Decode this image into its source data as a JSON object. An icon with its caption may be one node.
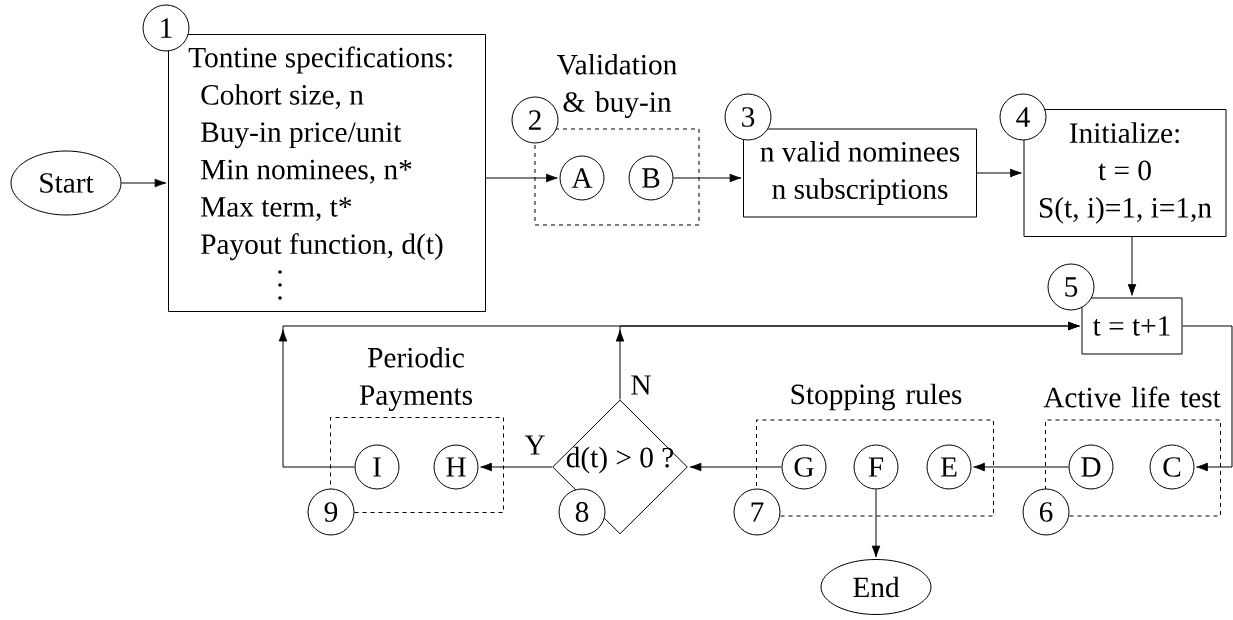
{
  "diagram": {
    "nodes": [
      {
        "text": [
          "Start"
        ]
      },
      {
        "text": [
          "1"
        ]
      },
      {
        "text": [
          "Tontine specifications:",
          "Cohort size, n",
          "Buy-in price/unit",
          "Min nominees, n*",
          "Max term, t*",
          "Payout function, d(t)"
        ]
      },
      {
        "text": [
          "2"
        ]
      },
      {
        "text": [
          "Validation & buy-in"
        ]
      },
      {
        "text": [
          "A"
        ],
        "in": 4
      },
      {
        "text": [
          "B"
        ],
        "in": 4
      },
      {
        "text": [
          "3"
        ]
      },
      {
        "text": [
          "n valid nominees",
          "n subscriptions"
        ]
      },
      {
        "text": [
          "4"
        ]
      },
      {
        "text": [
          "Initialize:",
          "t = 0",
          "S(t, i)=1, i=1,n"
        ]
      },
      {
        "text": [
          "5"
        ]
      },
      {
        "text": [
          "t = t+1"
        ]
      },
      {
        "text": [
          "6"
        ]
      },
      {
        "text": [
          "Active life test"
        ]
      },
      {
        "text": [
          "D"
        ],
        "in": 14
      },
      {
        "text": [
          "C"
        ],
        "in": 14
      },
      {
        "text": [
          "7"
        ]
      },
      {
        "text": [
          "Stopping rules"
        ]
      },
      {
        "text": [
          "G"
        ],
        "in": 18
      },
      {
        "text": [
          "F"
        ],
        "in": 18
      },
      {
        "text": [
          "E"
        ],
        "in": 18
      },
      {
        "text": [
          "8"
        ]
      },
      {
        "text": [
          "d(t) > 0 ?"
        ]
      },
      {
        "text": [
          "9"
        ]
      },
      {
        "text": [
          "Periodic Payments"
        ]
      },
      {
        "text": [
          "I"
        ],
        "in": 25
      },
      {
        "text": [
          "H"
        ],
        "in": 25
      },
      {
        "text": [
          "End"
        ]
      }
    ],
    "edges": [
      {
        "from": 0,
        "to": 2,
        "arrow": "to"
      },
      {
        "from": 2,
        "to": 5,
        "arrow": "to"
      },
      {
        "from": 6,
        "to": 8,
        "arrow": "to"
      },
      {
        "from": 8,
        "to": 10,
        "arrow": "to"
      },
      {
        "from": 10,
        "to": 12,
        "arrow": "to"
      },
      {
        "from": 12,
        "to": 16,
        "arrow": "to"
      },
      {
        "from": 15,
        "to": 21,
        "arrow": "to"
      },
      {
        "from": 19,
        "to": 23,
        "arrow": "to"
      },
      {
        "from": 20,
        "to": 28,
        "arrow": "to"
      },
      {
        "from": 23,
        "to": 27,
        "arrow": "to",
        "label": "Y"
      },
      {
        "from": 23,
        "to": 12,
        "arrow": "to",
        "label": "N"
      },
      {
        "from": 26,
        "to": 12,
        "arrow": "to"
      }
    ]
  }
}
